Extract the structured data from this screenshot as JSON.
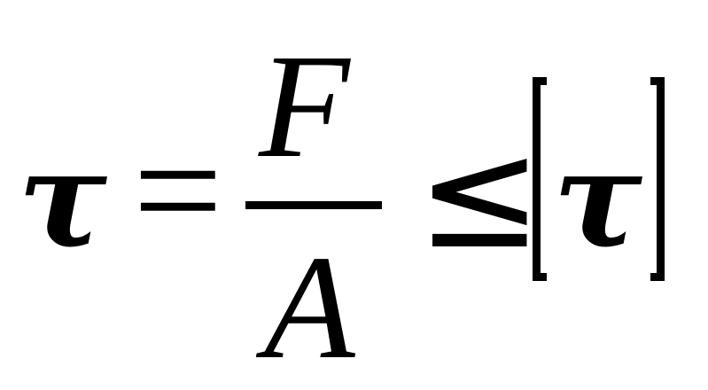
{
  "formula": {
    "lhs_symbol": "τ",
    "equals_sign": "=",
    "numerator": "F",
    "denominator": "A",
    "relation": "≤",
    "rhs_symbol": "τ"
  }
}
